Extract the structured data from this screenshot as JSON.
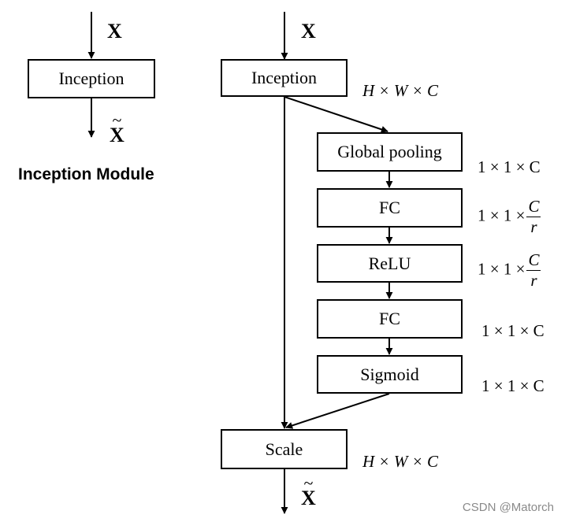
{
  "left_module": {
    "input_label": "X",
    "block_label": "Inception",
    "output_label": "X",
    "caption": "Inception Module"
  },
  "se_module": {
    "input_label": "X",
    "output_label": "X",
    "inception": {
      "label": "Inception",
      "dim": "H × W × C"
    },
    "global_pool": {
      "label": "Global pooling",
      "dim": "1 × 1 × C"
    },
    "fc1": {
      "label": "FC",
      "dim_prefix": "1 × 1 ×",
      "frac_num": "C",
      "frac_den": "r"
    },
    "relu": {
      "label": "ReLU",
      "dim_prefix": "1 × 1 ×",
      "frac_num": "C",
      "frac_den": "r"
    },
    "fc2": {
      "label": "FC",
      "dim": "1 × 1 × C"
    },
    "sigmoid": {
      "label": "Sigmoid",
      "dim": "1 × 1 × C"
    },
    "scale": {
      "label": "Scale",
      "dim": "H × W × C"
    }
  },
  "watermark": "CSDN @Matorch"
}
